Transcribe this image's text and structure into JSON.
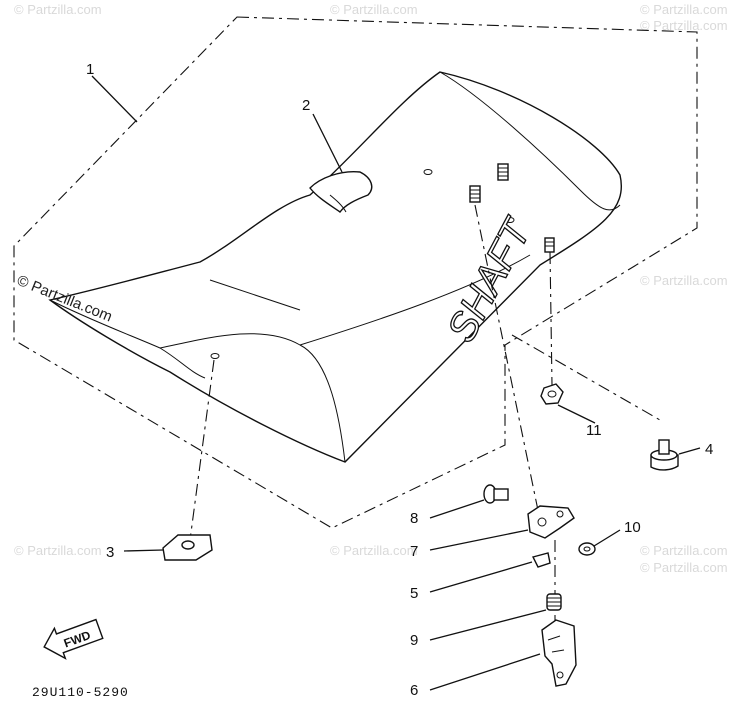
{
  "watermarks": {
    "repeated": "© Partzilla.com",
    "main": "© Partzilla.com"
  },
  "diagram_code": "29U110-5290",
  "seat_logo": "SHAFT",
  "fwd_label": "FWD",
  "callouts": [
    "1",
    "2",
    "3",
    "4",
    "5",
    "6",
    "7",
    "8",
    "9",
    "10",
    "11"
  ]
}
